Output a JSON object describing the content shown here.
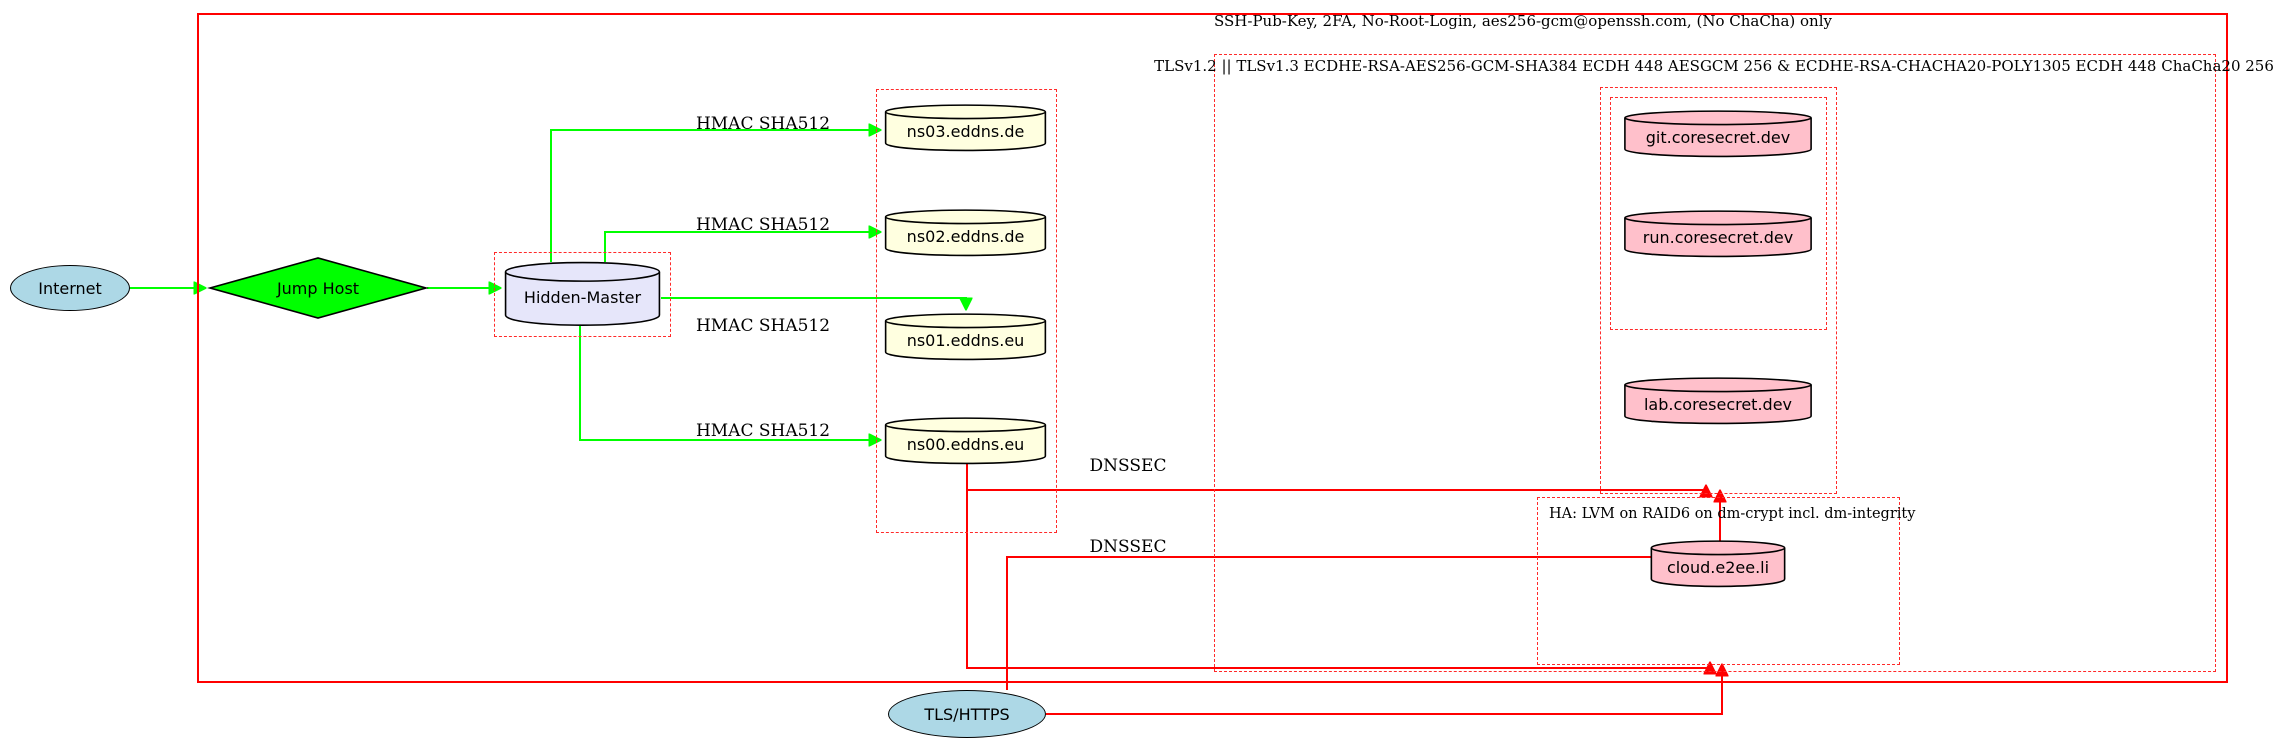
{
  "clusters": {
    "ssh": {
      "label": "SSH-Pub-Key, 2FA, No-Root-Login, aes256-gcm@openssh.com, (No ChaCha) only"
    },
    "tls": {
      "label": "TLSv1.2 || TLSv1.3 ECDHE-RSA-AES256-GCM-SHA384 ECDH 448 AESGCM 256 & ECDHE-RSA-CHACHA20-POLY1305 ECDH 448 ChaCha20 256"
    },
    "ha": {
      "label": "HA: LVM on RAID6 on dm-crypt incl. dm-integrity"
    }
  },
  "nodes": {
    "internet": {
      "label": "Internet",
      "shape": "ellipse",
      "fill": "#add8e6"
    },
    "jump_host": {
      "label": "Jump Host",
      "shape": "diamond",
      "fill": "#00ff00"
    },
    "hidden_master": {
      "label": "Hidden-Master",
      "shape": "cylinder",
      "fill": "#e6e6fa"
    },
    "ns03": {
      "label": "ns03.eddns.de",
      "shape": "cylinder",
      "fill": "#ffffe0"
    },
    "ns02": {
      "label": "ns02.eddns.de",
      "shape": "cylinder",
      "fill": "#ffffe0"
    },
    "ns01": {
      "label": "ns01.eddns.eu",
      "shape": "cylinder",
      "fill": "#ffffe0"
    },
    "ns00": {
      "label": "ns00.eddns.eu",
      "shape": "cylinder",
      "fill": "#ffffe0"
    },
    "git": {
      "label": "git.coresecret.dev",
      "shape": "cylinder",
      "fill": "#ffc0cb"
    },
    "run": {
      "label": "run.coresecret.dev",
      "shape": "cylinder",
      "fill": "#ffc0cb"
    },
    "lab": {
      "label": "lab.coresecret.dev",
      "shape": "cylinder",
      "fill": "#ffc0cb"
    },
    "cloud": {
      "label": "cloud.e2ee.li",
      "shape": "cylinder",
      "fill": "#ffc0cb"
    },
    "tls_https": {
      "label": "TLS/HTTPS",
      "shape": "ellipse",
      "fill": "#add8e6"
    }
  },
  "edge_labels": {
    "hmac": [
      "HMAC SHA512",
      "HMAC SHA512",
      "HMAC SHA512",
      "HMAC SHA512"
    ],
    "dnssec": [
      "DNSSEC",
      "DNSSEC"
    ]
  },
  "colors": {
    "edge_green": "#00ff00",
    "edge_red": "#ff0000",
    "node_blue": "#add8e6",
    "node_yellow": "#ffffe0",
    "node_pink": "#ffc0cb",
    "node_lavender": "#e6e6fa"
  }
}
